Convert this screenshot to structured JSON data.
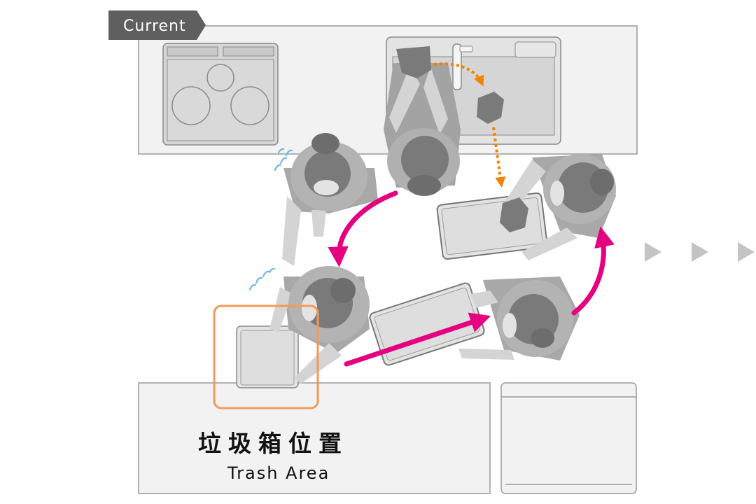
{
  "tag": {
    "label": "Current"
  },
  "trash_area": {
    "label_zh": "垃圾箱位置",
    "label_en": "Trash Area"
  },
  "colors": {
    "counter_fill": "#f2f2f2",
    "counter_stroke": "#9a9a9a",
    "person_dark": "#7a7a7a",
    "person_mid": "#a3a3a3",
    "person_light": "#cfcfcf",
    "skin": "#e3e3e3",
    "magenta_arrow": "#e4007f",
    "orange_arrow": "#f08300",
    "highlight_box": "#f39a5b",
    "sweat": "#6fb9e6",
    "next_arrows": "#c4c4c4"
  }
}
